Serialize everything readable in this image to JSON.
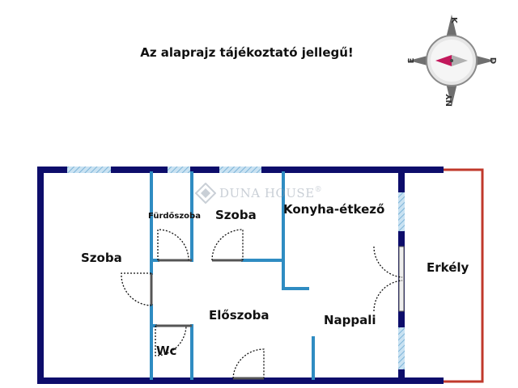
{
  "notice": "Az alaprajz tájékoztató jellegű!",
  "brand": {
    "name": "DUNA HOUSE",
    "mark": "®"
  },
  "compass": {
    "north": "K",
    "east": "D",
    "south": "NY",
    "west": "É"
  },
  "rooms": {
    "szoba_left": "Szoba",
    "furdoszoba": "Fürdőszoba",
    "szoba_mid": "Szoba",
    "konyha": "Konyha-étkező",
    "eloszoba": "Előszoba",
    "nappali": "Nappali",
    "wc": "Wc",
    "erkely": "Erkély"
  },
  "colors": {
    "outer_wall": "#0d0d6b",
    "inner_wall": "#2f8cc2",
    "balcony": "#c0392b",
    "window": "#9ec9e6"
  }
}
